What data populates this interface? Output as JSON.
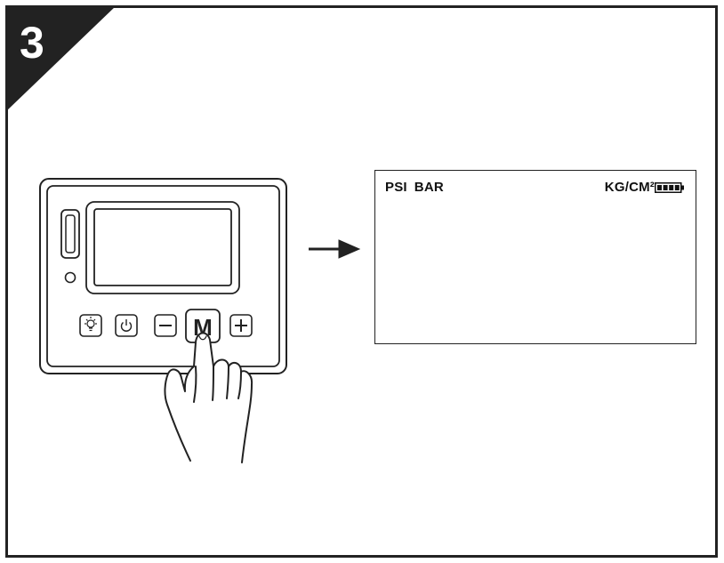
{
  "step": {
    "number": "3"
  },
  "device": {
    "buttons": [
      {
        "name": "light",
        "icon": "light-bulb-icon"
      },
      {
        "name": "power",
        "icon": "power-icon"
      },
      {
        "name": "minus",
        "icon": "minus-icon"
      },
      {
        "name": "mode",
        "label": "M",
        "highlighted": true
      },
      {
        "name": "plus",
        "icon": "plus-icon"
      }
    ]
  },
  "display": {
    "unit_psi": "PSI",
    "unit_bar": "BAR",
    "unit_kgcm": "KG/CM²",
    "battery": {
      "icon": "battery-full-icon",
      "level": 1.0
    }
  },
  "colors": {
    "line": "#222222",
    "background": "#ffffff"
  }
}
